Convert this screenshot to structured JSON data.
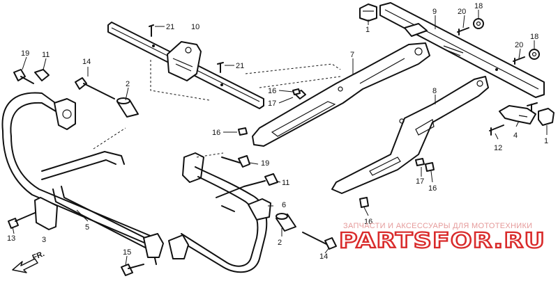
{
  "callouts": {
    "c1a": "1",
    "c1b": "1",
    "c2a": "2",
    "c2b": "2",
    "c3": "3",
    "c4": "4",
    "c5": "5",
    "c6": "6",
    "c7": "7",
    "c8": "8",
    "c9": "9",
    "c10": "10",
    "c11a": "11",
    "c11b": "11",
    "c12": "12",
    "c13": "13",
    "c14a": "14",
    "c14b": "14",
    "c15": "15",
    "c16a": "16",
    "c16b": "16",
    "c16c": "16",
    "c16d": "16",
    "c17a": "17",
    "c17b": "17",
    "c18a": "18",
    "c18b": "18",
    "c19a": "19",
    "c19b": "19",
    "c20a": "20",
    "c20b": "20",
    "c21a": "21",
    "c21b": "21"
  },
  "direction": {
    "label": "FR."
  },
  "watermark": {
    "tagline": "ЗАПЧАСТИ И АКСЕССУАРЫ ДЛЯ МОТОТЕХНИКИ",
    "brand": "PARTSFOR.RU"
  }
}
